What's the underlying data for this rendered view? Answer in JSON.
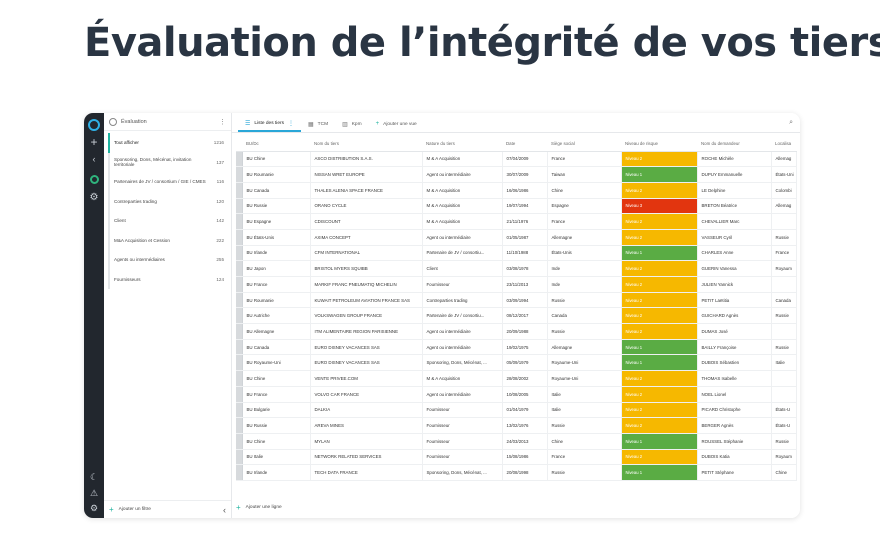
{
  "hero": {
    "title": "Évaluation de l’intégrité de vos tiers"
  },
  "filters": {
    "header": "Évaluation",
    "items": [
      {
        "label": "Tout afficher",
        "count": "1216"
      },
      {
        "label": "Sponsoring, Dons, Mécénat, invitation territoriale",
        "count": "137"
      },
      {
        "label": "Partenaires de JV / consortium / GIE / CMES",
        "count": "116"
      },
      {
        "label": "Contreparties trading",
        "count": "120"
      },
      {
        "label": "Client",
        "count": "142"
      },
      {
        "label": "M&A Acquisition et Cession",
        "count": "222"
      },
      {
        "label": "Agents ou intermédiaires",
        "count": "255"
      },
      {
        "label": "Fournisseurs",
        "count": "124"
      }
    ],
    "add_filter": "Ajouter un filtre"
  },
  "tabs": {
    "list": "Liste des tiers",
    "tcm": "TCM",
    "kpi": "Kpm",
    "add": "Ajouter une vue"
  },
  "table": {
    "columns": [
      "BU/Dc",
      "Nom du tiers",
      "Nature du tiers",
      "Date",
      "Siège social",
      "Niveau de risque",
      "Nom du demandeur",
      "Localisa"
    ],
    "rows": [
      [
        "BU Chine",
        "ASCO DISTRIBUTION S.A.S.",
        "M & A Acquisition",
        "07/04/2009",
        "France",
        "Niveau 2",
        "ROCHE Michèle",
        "Allemag"
      ],
      [
        "BU Roumanie",
        "NISSAN WRET EUROPE",
        "Agent ou intermédiaire",
        "30/07/2009",
        "Taiwan",
        "Niveau 1",
        "DUPUY Emmanuelle",
        "États-Uni"
      ],
      [
        "BU Canada",
        "THALES ALENIA SPACE FRANCE",
        "M & A Acquisition",
        "16/06/1986",
        "Chine",
        "Niveau 2",
        "LE Delphine",
        "Colombi"
      ],
      [
        "BU Russie",
        "ORANO CYCLE",
        "M & A Acquisition",
        "19/07/1994",
        "Espagne",
        "Niveau 3",
        "BRETON Béatrice",
        "Allemag"
      ],
      [
        "BU Espagne",
        "CDISCOUNT",
        "M & A Acquisition",
        "21/11/1976",
        "France",
        "Niveau 2",
        "CHEVALLIER Marc",
        ""
      ],
      [
        "BU États-Unis",
        "AXIMA CONCEPT",
        "Agent ou intermédiaire",
        "01/05/1987",
        "Allemagne",
        "Niveau 2",
        "VASSEUR Cyril",
        "Russie"
      ],
      [
        "BU Irlande",
        "CFM INTERNATIONAL",
        "Partenaire de JV / consortiu...",
        "11/10/1988",
        "États-Unis",
        "Niveau 1",
        "CHARLES Anne",
        "France"
      ],
      [
        "BU Japon",
        "BRISTOL MYERS SQUIBB",
        "Client",
        "03/08/1978",
        "Inde",
        "Niveau 2",
        "GUERIN Vanessa",
        "Royaum"
      ],
      [
        "BU France",
        "MARKIF FRANC PNEUMATIQ MICHELIN",
        "Fournisseur",
        "23/11/2013",
        "Inde",
        "Niveau 2",
        "JULIEN Yannick",
        ""
      ],
      [
        "BU Roumanie",
        "KUWAIT PETROLEUM AVIATION FRANCE SAS",
        "Contreparties trading",
        "03/09/1994",
        "Russie",
        "Niveau 2",
        "PETIT Laëtitia",
        "Canada"
      ],
      [
        "BU Autriche",
        "VOLKSWAGEN GROUP FRANCE",
        "Partenaire de JV / consortiu...",
        "08/12/2017",
        "Canada",
        "Niveau 2",
        "GUICHARD Agnès",
        "Russie"
      ],
      [
        "BU Allemagne",
        "ITM ALIMENTAIRE REGION PARISIENNE",
        "Agent ou intermédiaire",
        "20/09/1988",
        "Russie",
        "Niveau 2",
        "DUMAS José",
        ""
      ],
      [
        "BU Canada",
        "EURO DISNEY VACANCES SAS",
        "Agent ou intermédiaire",
        "19/02/1975",
        "Allemagne",
        "Niveau 1",
        "BAILLY Françoise",
        "Russie"
      ],
      [
        "BU Royaume-Uni",
        "EURO DISNEY VACANCES SAS",
        "Sponsoring, Dons, Mécénat, ...",
        "05/09/1979",
        "Royaume-Uni",
        "Niveau 1",
        "DUBOIS Sébastien",
        "Italie"
      ],
      [
        "BU Chine",
        "VENTE PRIVEE.COM",
        "M & A Acquisition",
        "28/08/2002",
        "Royaume-Uni",
        "Niveau 2",
        "THOMAS Isabelle",
        ""
      ],
      [
        "BU France",
        "VOLVO CAR FRANCE",
        "Agent ou intermédiaire",
        "10/08/2005",
        "Italie",
        "Niveau 2",
        "NOEL Lionel",
        ""
      ],
      [
        "BU Bulgarie",
        "DALKIA",
        "Fournisseur",
        "01/04/1979",
        "Italie",
        "Niveau 2",
        "PICARD Christophe",
        "États-U"
      ],
      [
        "BU Russie",
        "AREVA MINES",
        "Fournisseur",
        "13/02/1976",
        "Russie",
        "Niveau 2",
        "BERGER Agnès",
        "États-U"
      ],
      [
        "BU Chine",
        "MYLAN",
        "Fournisseur",
        "24/03/2013",
        "Chine",
        "Niveau 1",
        "ROUSSEL Stéphanie",
        "Russie"
      ],
      [
        "BU Italie",
        "NETWORK RELATED SERVICES",
        "Fournisseur",
        "15/08/1986",
        "France",
        "Niveau 2",
        "DUBOIS Katia",
        "Royaum"
      ],
      [
        "BU Irlande",
        "TECH DATA FRANCE",
        "Sponsoring, Dons, Mécénat, ...",
        "20/08/1998",
        "Russie",
        "Niveau 1",
        "PETIT Stéphane",
        "Chine"
      ]
    ],
    "add_row": "Ajouter une ligne"
  },
  "colors": {
    "niveau_1": "#5aac44",
    "niveau_2": "#f6b800",
    "niveau_3": "#e2350f",
    "accent": "#2aa7d8",
    "rail": "#22272e"
  }
}
